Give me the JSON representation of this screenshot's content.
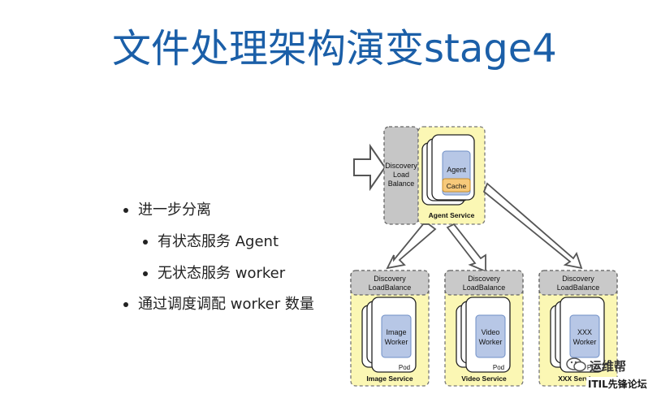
{
  "title": "文件处理架构演变stage4",
  "bullets": [
    {
      "level": 1,
      "text": "进一步分离"
    },
    {
      "level": 2,
      "text": "有状态服务 Agent"
    },
    {
      "level": 2,
      "text": "无状态服务 worker"
    },
    {
      "level": 1,
      "text": "通过调度调配 worker 数量"
    }
  ],
  "diagram": {
    "top_lb": {
      "line1": "Discovery",
      "line2": "Load",
      "line3": "Balance"
    },
    "agent": {
      "label": "Agent",
      "cache": "Cache",
      "service": "Agent Service"
    },
    "services": [
      {
        "lb1": "Discovery",
        "lb2": "LoadBalance",
        "w1": "Image",
        "w2": "Worker",
        "pod": "Pod",
        "service": "Image Service"
      },
      {
        "lb1": "Discovery",
        "lb2": "LoadBalance",
        "w1": "Video",
        "w2": "Worker",
        "pod": "Pod",
        "service": "Video Service"
      },
      {
        "lb1": "Discovery",
        "lb2": "LoadBalance",
        "w1": "XXX",
        "w2": "Worker",
        "pod": "Pod",
        "service": "XXX Service"
      }
    ],
    "colors": {
      "yellow": "#fbf7b4",
      "gray": "#c9c9c9",
      "blue": "#b7c7e6",
      "orange": "#f7c97a"
    }
  },
  "watermark": {
    "line1": "运维帮",
    "line2": "ITIL先锋论坛"
  }
}
